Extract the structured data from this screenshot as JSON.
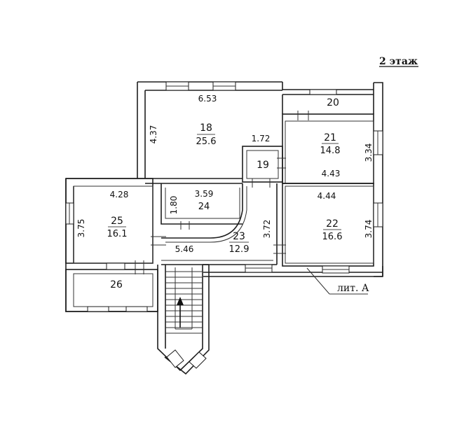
{
  "floor_label": "2 этаж",
  "building_label": "лит. А",
  "rooms": [
    {
      "id": "18",
      "number": "18",
      "area": "25.6"
    },
    {
      "id": "19",
      "number": "19"
    },
    {
      "id": "20",
      "number": "20"
    },
    {
      "id": "21",
      "number": "21",
      "area": "14.8"
    },
    {
      "id": "22",
      "number": "22",
      "area": "16.6"
    },
    {
      "id": "23",
      "number": "23",
      "area": "12.9"
    },
    {
      "id": "24",
      "number": "3.59",
      "area": "24"
    },
    {
      "id": "25",
      "number": "25",
      "area": "16.1"
    },
    {
      "id": "26",
      "number": "26"
    }
  ],
  "dimensions": {
    "d653": "6.53",
    "d437": "4.37",
    "d172": "1.72",
    "d334": "3.34",
    "d443": "4.43",
    "d428": "4.28",
    "d180": "1.80",
    "d375": "3.75",
    "d372": "3.72",
    "d546": "5.46",
    "d444": "4.44",
    "d374": "3.74"
  }
}
